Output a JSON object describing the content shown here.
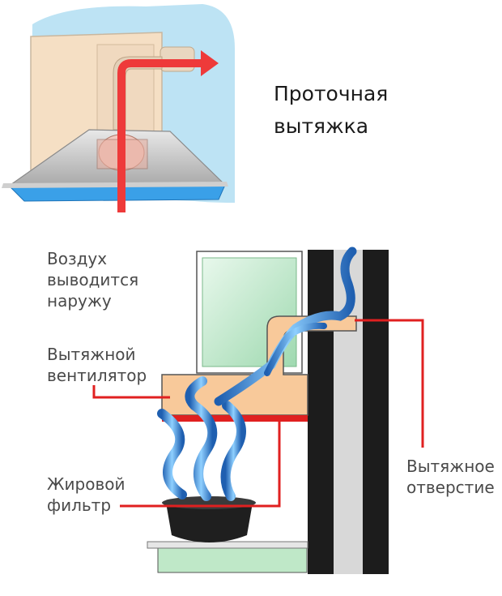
{
  "title": {
    "line1": "Проточная",
    "line2": "вытяжка"
  },
  "labels": {
    "air_out": [
      "Воздух",
      "выводится",
      "наружу"
    ],
    "fan": [
      "Вытяжной",
      "вентилятор"
    ],
    "filter": [
      "Жировой",
      "фильтр"
    ],
    "opening": [
      "Вытяжное",
      "отверстие"
    ]
  },
  "colors": {
    "wall_blue": "#bde3f4",
    "panel_beige": "#f5dfc4",
    "arrow_red": "#ee3a3a",
    "leader_red": "#e02020",
    "duct_orange": "#f8c99a",
    "glass_green": "#bfe8c8",
    "wall_black": "#1c1c1c",
    "wall_grey": "#d8d8d8",
    "smoke_blue": "#3f8fd8",
    "filter_blue": "#3aa0e8"
  }
}
